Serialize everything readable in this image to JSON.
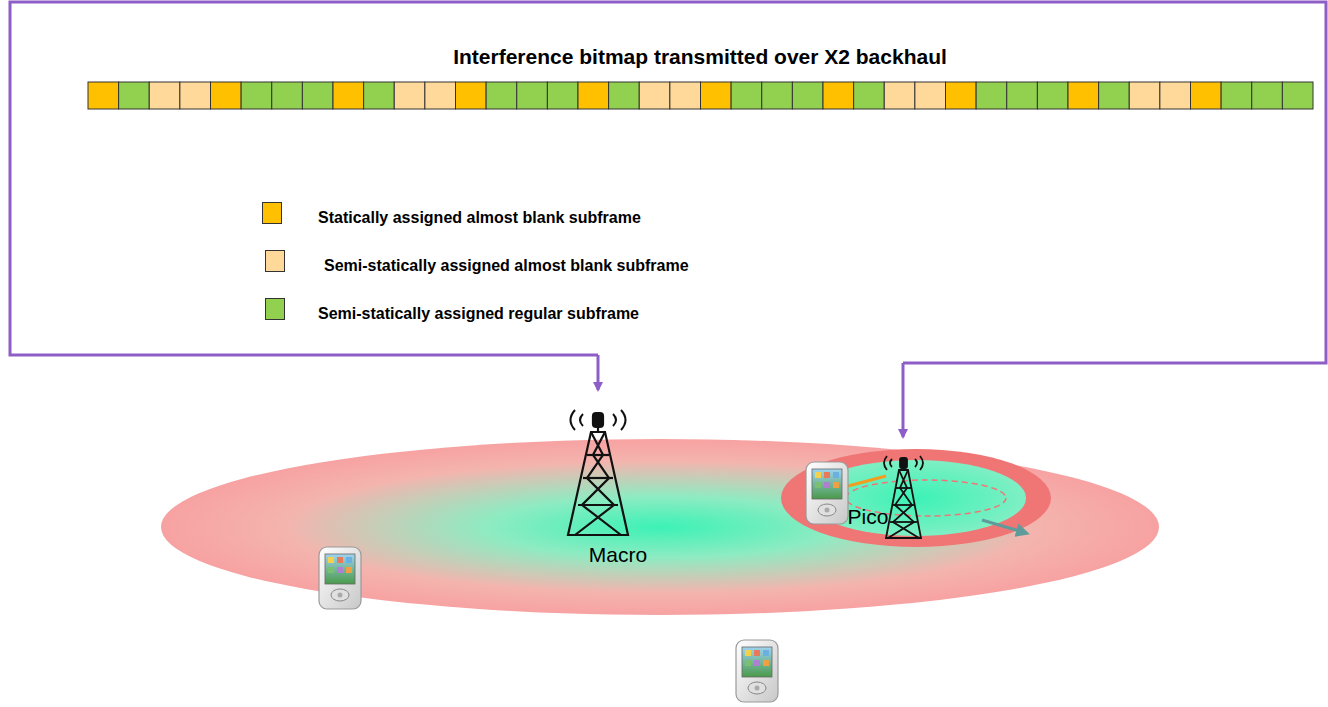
{
  "diagram": {
    "title": "Interference bitmap transmitted over X2 backhaul",
    "nodes": [
      {
        "text": [
          "Macro"
        ]
      },
      {
        "text": [
          "Pico"
        ],
        "in": 0
      }
    ],
    "legend": [
      {
        "text": "Statically assigned almost blank subframe",
        "color": "#FFC000"
      },
      {
        "text": "Semi-statically assigned almost blank subframe",
        "color": "#FFD99A"
      },
      {
        "text": "Semi-statically assigned regular subframe",
        "color": "#92D050"
      }
    ]
  }
}
